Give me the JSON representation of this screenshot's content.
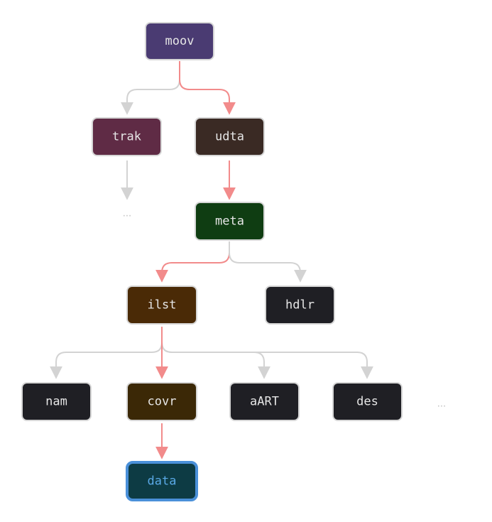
{
  "nodes": {
    "moov": {
      "label": "moov",
      "fill": "#4a3b72"
    },
    "trak": {
      "label": "trak",
      "fill": "#5f2b45"
    },
    "udta": {
      "label": "udta",
      "fill": "#3a2a24"
    },
    "meta": {
      "label": "meta",
      "fill": "#0f3d12"
    },
    "ilst": {
      "label": "ilst",
      "fill": "#4a2a06"
    },
    "hdlr": {
      "label": "hdlr",
      "fill": "#1f1f24"
    },
    "nam": {
      "label": "nam",
      "fill": "#1f1f24"
    },
    "covr": {
      "label": "covr",
      "fill": "#3b2806"
    },
    "aART": {
      "label": "aART",
      "fill": "#1f1f24"
    },
    "des": {
      "label": "des",
      "fill": "#1f1f24"
    },
    "data": {
      "label": "data",
      "fill": "#0d3b44",
      "text_color": "#5aa9e6",
      "border_color": "#4a90d9"
    }
  },
  "ellipsis": {
    "trak_children": "...",
    "ilst_more": "..."
  },
  "colors": {
    "path_edge": "#f28b8b",
    "other_edge": "#d3d3d3"
  }
}
